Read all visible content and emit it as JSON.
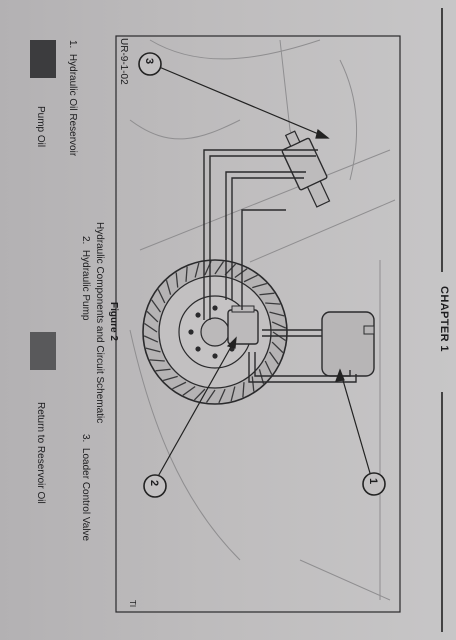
{
  "header": {
    "chapter": "CHAPTER 1"
  },
  "figure": {
    "ref": "UR-9-1-02",
    "corner_mark": "TI",
    "title": "Figure 2",
    "caption": "Hydraulic Components and Circuit Schematic"
  },
  "callouts": [
    {
      "number": "1",
      "label": "Hydraulic Oil Reservoir"
    },
    {
      "number": "2",
      "label": "Hydraulic Pump"
    },
    {
      "number": "3",
      "label": "Loader Control Valve"
    }
  ],
  "legend": [
    {
      "label": "Pump Oil",
      "color": "#3c3c3e"
    },
    {
      "label": "Return to Reservoir Oil",
      "color": "#59595b"
    }
  ],
  "colors": {
    "ink": "#1d1d1f",
    "line": "#2a2a2c",
    "paper": "#bdbbbc"
  }
}
